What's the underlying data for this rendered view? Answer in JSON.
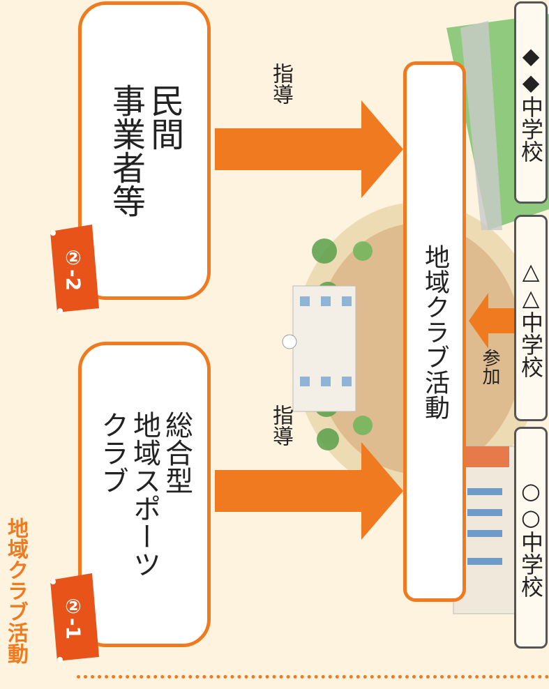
{
  "heading": "地域クラブ活動",
  "orgs": [
    {
      "tag": "②-1",
      "text": "総合型\n地域スポーツ\nクラブ",
      "arrow_label": "指導"
    },
    {
      "tag": "②-2",
      "text": "民間\n事業者等",
      "arrow_label": "指導"
    }
  ],
  "club_activity": "地域クラブ活動",
  "participate_label": "参加",
  "schools": [
    "○○中学校",
    "△△中学校",
    "◆◆中学校"
  ],
  "colors": {
    "accent": "#ef7a1f",
    "background": "#fdf3df",
    "ribbon": "#e8531a"
  }
}
